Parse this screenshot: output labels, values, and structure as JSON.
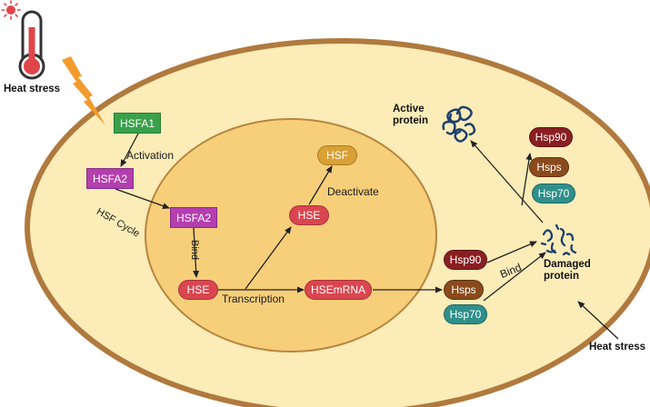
{
  "labels": {
    "heat_stress_top": "Heat stress",
    "heat_stress_bottom": "Heat stress",
    "activation": "Activation",
    "hsf_cycle": "HSF Cycle",
    "bind_vertical": "Bind",
    "transcription": "Transcription",
    "deactivate": "Deactivate",
    "bind_right": "Bind",
    "active_protein": "Active\nprotein",
    "damaged_protein": "Damaged\nprotein"
  },
  "nodes": {
    "hsfa1": "HSFA1",
    "hsfa2_outer": "HSFA2",
    "hsfa2_inner": "HSFA2",
    "hse_bottom": "HSE",
    "hse_upper": "HSE",
    "hsf": "HSF",
    "hsemrna": "HSEmRNA",
    "hsp90_mid": "Hsp90",
    "hsps_mid": "Hsps",
    "hsp70_mid": "Hsp70",
    "hsp90_top": "Hsp90",
    "hsps_top": "Hsps",
    "hsp70_top": "Hsp70"
  },
  "colors": {
    "cell_fill": "#fbecb8",
    "cell_border": "#b07a3e",
    "nucleus_fill": "#f7cf7a",
    "nucleus_border": "#b8853e",
    "hsfa1": "#3aa04a",
    "hsfa2": "#b33fae",
    "hse": "#d9464f",
    "hsf": "#d8a035",
    "hsp90": "#8a1f22",
    "hsps": "#8a4a1c",
    "hsp70": "#2f8f8a",
    "protein": "#1c3f6e",
    "lightning": "#f39a2c",
    "thermometer": "#e0454a"
  },
  "icons": [
    "thermometer-icon",
    "sun-icon",
    "lightning-icon",
    "active-protein-icon",
    "damaged-protein-icon"
  ]
}
